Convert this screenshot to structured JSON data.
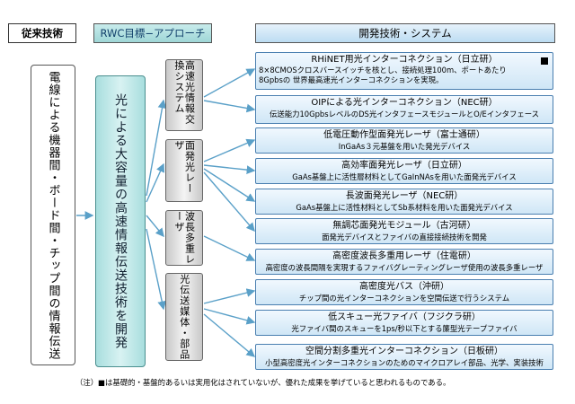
{
  "headers": {
    "conventional": "従来技術",
    "rwc_approach": "RWC目標−アプローチ",
    "development": "開発技術・システム"
  },
  "left_box": "電線による機器間・ボード間・チップ間の情報伝送",
  "center_box": "光による大容量の高速情報伝送技術を開発",
  "categories": [
    {
      "label": "高速光情報交換システム"
    },
    {
      "label": "面発光レーザ"
    },
    {
      "label": "波長多重レーザ"
    },
    {
      "label": "光伝送媒体・部品"
    }
  ],
  "items": [
    {
      "title": "RHiNET用光インターコネクション（日立研）",
      "desc": [
        "8×8CMOSクロスバースイッチを核とし、接続処理100m、ポートあたり",
        "8Gpbsの 世界最高速光インターコネクションを実現。"
      ],
      "mark": true
    },
    {
      "title": "OIPによる光インターコネクション（NEC研）",
      "desc": [
        "伝送能力10GpbsレベルのDS光インタフェースモジュールとO/Eインタフェース"
      ]
    },
    {
      "title": "低電圧動作型面発光レーザ（富士通研）",
      "desc": [
        "InGaAs３元基盤を用いた発光デバイス"
      ]
    },
    {
      "title": "高効率面発光レーザ（日立研）",
      "desc": [
        "GaAs基盤上に活性層材料としてGaInNAsを用いた面発光デバイス"
      ]
    },
    {
      "title": "長波面発光レーザ（NEC研）",
      "desc": [
        "GaAs基盤上に活性材料としてSb系材料を用いた面発光デバイス"
      ]
    },
    {
      "title": "無調芯面発光モジュール（古河研）",
      "desc": [
        "面発光デバイスとファイバの直接接続技術を開発"
      ]
    },
    {
      "title": "高密度波長多重用レーザ（住電研）",
      "desc": [
        "高密度の波長間隔を実現するファイバグレーティングレーザ使用の波長多重レーザ"
      ]
    },
    {
      "title": "高密度光バス（沖研）",
      "desc": [
        "チップ間の光インターコネクションを空間伝送で行うシステム"
      ]
    },
    {
      "title": "低スキュー光ファイバ（フジクラ研）",
      "desc": [
        "光ファイバ間のスキューを1ps/秒以下とする簾型光テープファイバ"
      ]
    },
    {
      "title": "空間分割多重光インターコネクション（日板研）",
      "desc": [
        "小型高密度光インターコネクションのためのマイクロアレイ部品、光学、実装技術"
      ]
    }
  ],
  "footnote": "（注）■は基礎的・基盤的あるいは実用化はされていないが、優れた成果を挙げていると思われるものである。",
  "colors": {
    "arrow": "#5aa0c8",
    "accent": "#4a7fb0",
    "teal": "#a8dede"
  }
}
